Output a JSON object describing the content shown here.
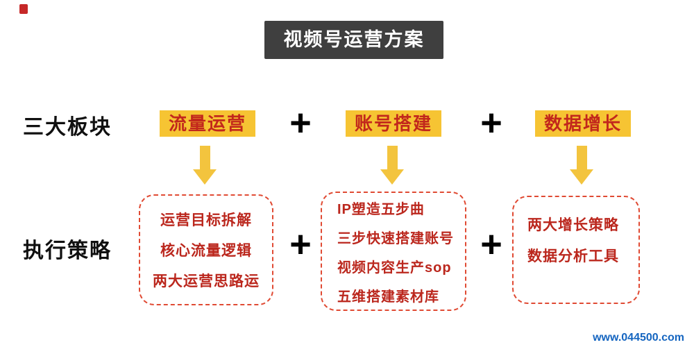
{
  "title": "视频号运营方案",
  "labels": {
    "row1": "三大板块",
    "row2": "执行策略"
  },
  "plus": "+",
  "columns": [
    {
      "header": "流量运营",
      "items": [
        "运营目标拆解",
        "核心流量逻辑",
        "两大运营思路运"
      ]
    },
    {
      "header": "账号搭建",
      "items": [
        "IP塑造五步曲",
        "三步快速搭建账号",
        "视频内容生产sop",
        "五维搭建素材库"
      ]
    },
    {
      "header": "数据增长",
      "items": [
        "两大增长策略",
        "数据分析工具"
      ]
    }
  ],
  "watermark": "www.044500.com",
  "colors": {
    "highlight_yellow": "#f6c433",
    "red_text": "#bb271d",
    "title_bg": "#3f3f3f",
    "watermark_blue": "#1565c0"
  }
}
